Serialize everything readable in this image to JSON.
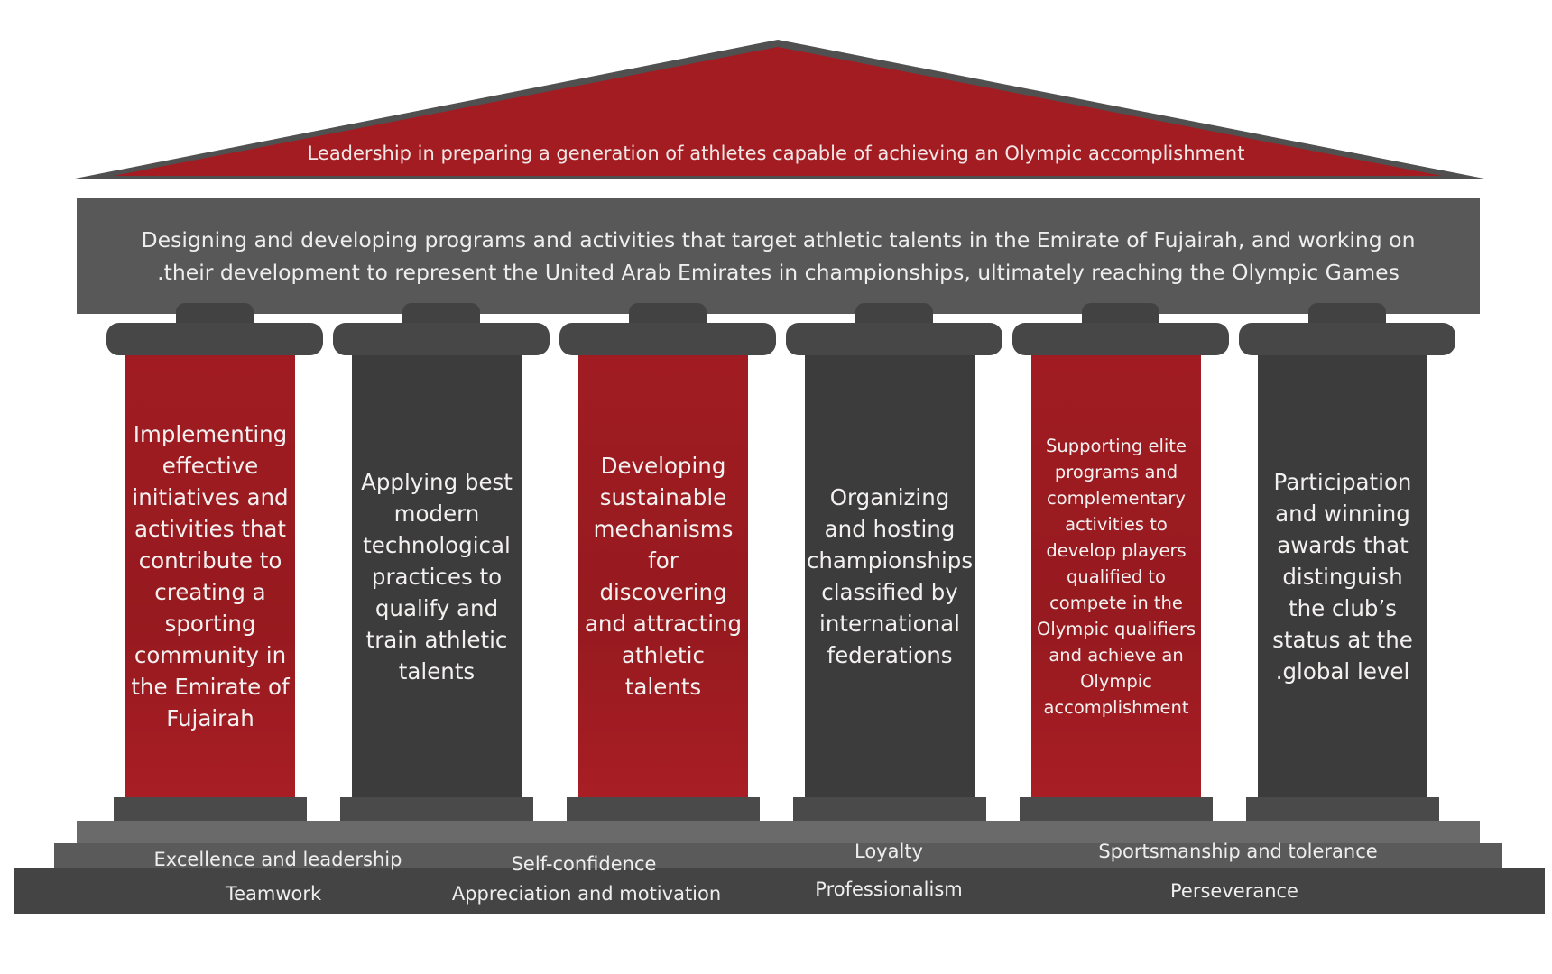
{
  "vision": "Leadership in preparing a generation of athletes capable of achieving an Olympic accomplishment",
  "mission": {
    "line1": "Designing and developing programs and activities that target athletic talents in the Emirate of Fujairah, and working on",
    "line2": ".their development to represent the United Arab Emirates in championships, ultimately reaching the Olympic Games"
  },
  "pillars": [
    {
      "text": "Implementing effective initiatives and activities that contribute to creating a sporting community in the Emirate of Fujairah",
      "color": "red"
    },
    {
      "text": "Applying best modern technological practices to qualify and train athletic talents",
      "color": "dark"
    },
    {
      "text": "Developing sustainable mechanisms for discovering and attracting athletic talents",
      "color": "red"
    },
    {
      "text": "Organizing and hosting championships classified by international federations",
      "color": "dark"
    },
    {
      "text": "Supporting elite programs and complementary activities to develop players qualified to compete in the Olympic qualifiers and achieve an Olympic accomplishment",
      "color": "red"
    },
    {
      "text": "Participation and winning awards that distinguish the club’s status at the .global level",
      "color": "dark"
    }
  ],
  "values": {
    "excellence": "Excellence and leadership",
    "teamwork": "Teamwork",
    "self_confidence": "Self-confidence",
    "appreciation": "Appreciation and motivation",
    "loyalty": "Loyalty",
    "professionalism": "Professionalism",
    "sportsmanship": "Sportsmanship and tolerance",
    "perseverance": "Perseverance"
  },
  "colors": {
    "red": "#a01c22",
    "dark": "#3c3c3c",
    "roof_outline": "#4a4a4a"
  }
}
